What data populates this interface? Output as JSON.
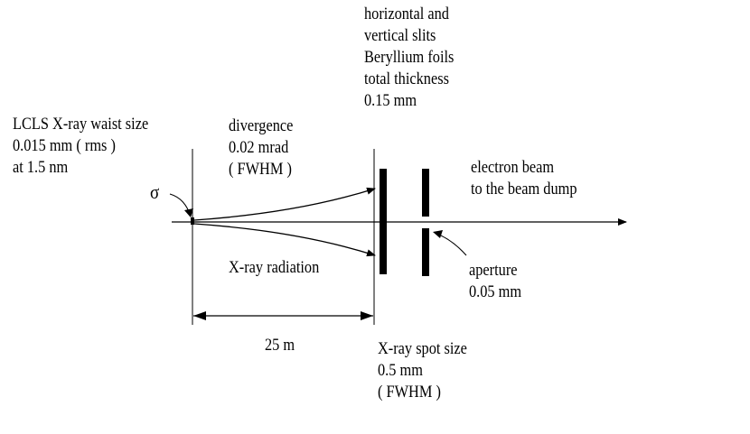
{
  "labels": {
    "waist": [
      "LCLS X-ray waist size",
      "0.015 mm ( rms )",
      "at 1.5 nm"
    ],
    "sigma": "σ",
    "divergence": [
      "divergence",
      "0.02 mrad",
      "( FWHM )"
    ],
    "radiation": "X-ray radiation",
    "distance": "25 m",
    "slits": [
      "horizontal and",
      "vertical slits",
      "Beryllium foils",
      "total thickness",
      "0.15 mm"
    ],
    "electron_beam": [
      "electron beam",
      "to the beam dump"
    ],
    "aperture": [
      "aperture",
      "0.05 mm"
    ],
    "spot": [
      "X-ray spot size",
      "0.5 mm",
      "( FWHM )"
    ]
  },
  "colors": {
    "ink": "#000000",
    "background": "#ffffff"
  }
}
